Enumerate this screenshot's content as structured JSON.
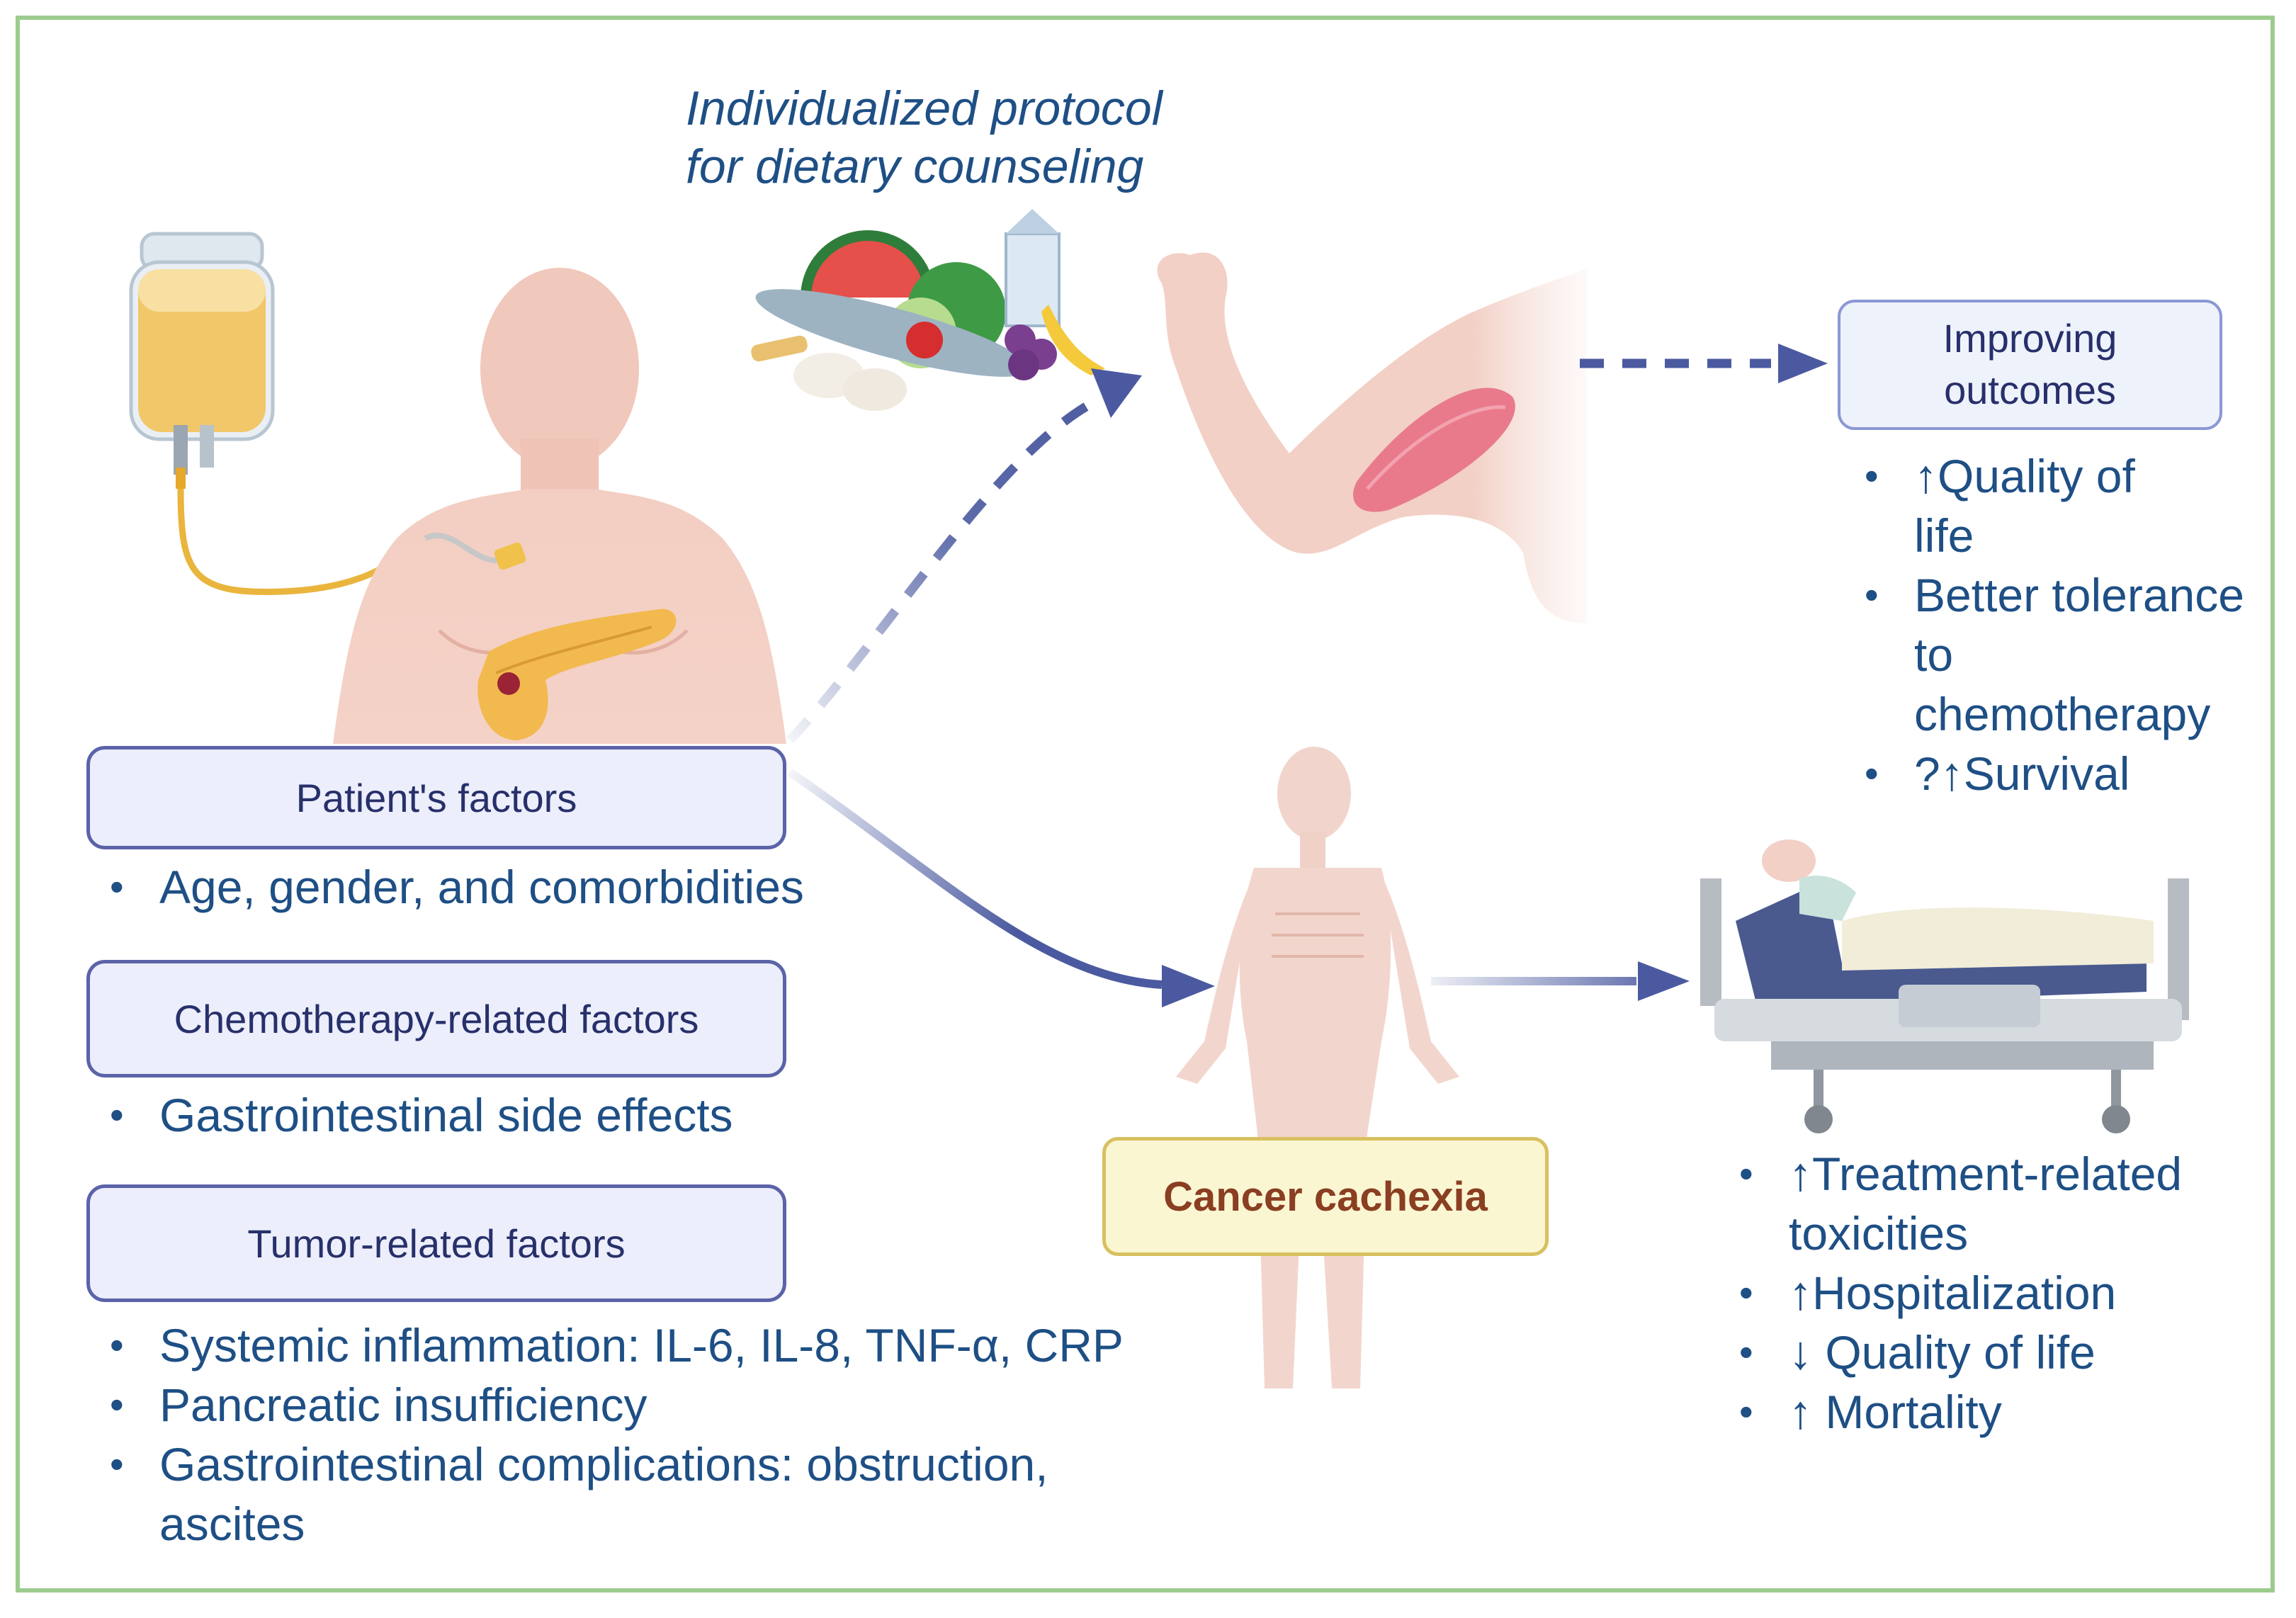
{
  "title": {
    "line1": "Individualized protocol",
    "line2": "for dietary counseling"
  },
  "boxes": {
    "patient": "Patient's factors",
    "chemo": "Chemotherapy-related factors",
    "tumor": "Tumor-related factors",
    "outcome_line1": "Improving",
    "outcome_line2": "outcomes",
    "cachexia": "Cancer cachexia"
  },
  "lists": {
    "patient": [
      "Age, gender, and comorbidities"
    ],
    "chemo": [
      "Gastrointestinal side effects"
    ],
    "tumor": [
      "Systemic inflammation: IL-6, IL-8, TNF-α, CRP",
      "Pancreatic insufficiency",
      "Gastrointestinal complications: obstruction, ascites"
    ],
    "improving": [
      "↑Quality of life",
      "Better tolerance to chemotherapy",
      "?↑Survival"
    ],
    "cachexia": [
      "↑Treatment-related toxicities",
      "↑Hospitalization",
      "↓ Quality of life",
      "↑ Mortality"
    ]
  },
  "colors": {
    "arrow": "#4b5aa0",
    "skin": "#f3cfc4",
    "frame": "#9ccc8e",
    "text": "#1e4f85"
  }
}
